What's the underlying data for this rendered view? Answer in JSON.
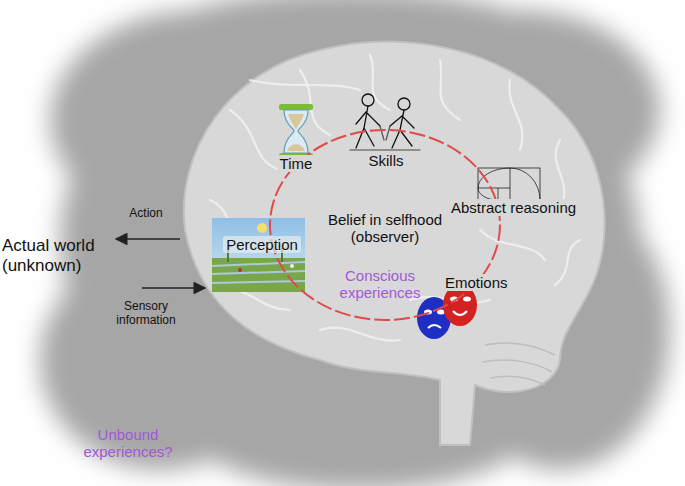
{
  "diagram": {
    "nodes": [
      {
        "text": [
          "Belief in selfhood (observer)",
          "Conscious experiences"
        ]
      }
    ],
    "labels": [
      "Time",
      "Skills",
      "Action",
      "Abstract reasoning",
      "Actual world (unknown)",
      "Perception",
      "Sensory information",
      "Emotions",
      "Unbound experiences?"
    ]
  }
}
